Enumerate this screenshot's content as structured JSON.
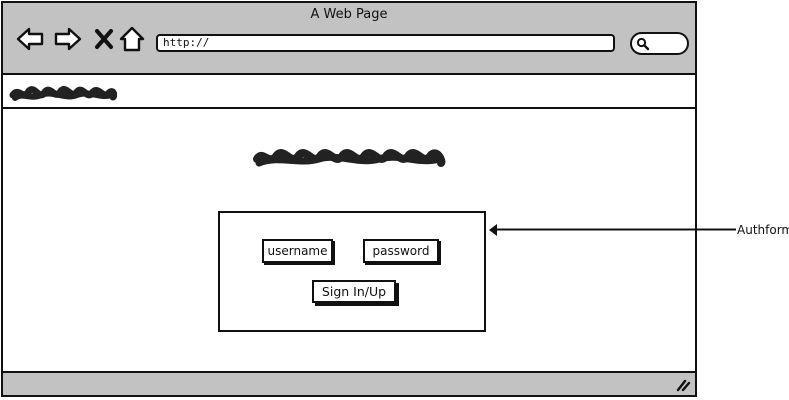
{
  "window": {
    "title": "A Web Page"
  },
  "toolbar": {
    "nav_icons": [
      "back-arrow-icon",
      "forward-arrow-icon",
      "close-icon",
      "home-icon"
    ],
    "url_value": "http://",
    "search_icon": "magnifier-icon"
  },
  "authform": {
    "username_placeholder": "username",
    "password_placeholder": "password",
    "submit_label": "Sign In/Up"
  },
  "annotation": {
    "label": "Authform"
  },
  "statusbar": {
    "resize_icon": "resize-grip-icon"
  }
}
